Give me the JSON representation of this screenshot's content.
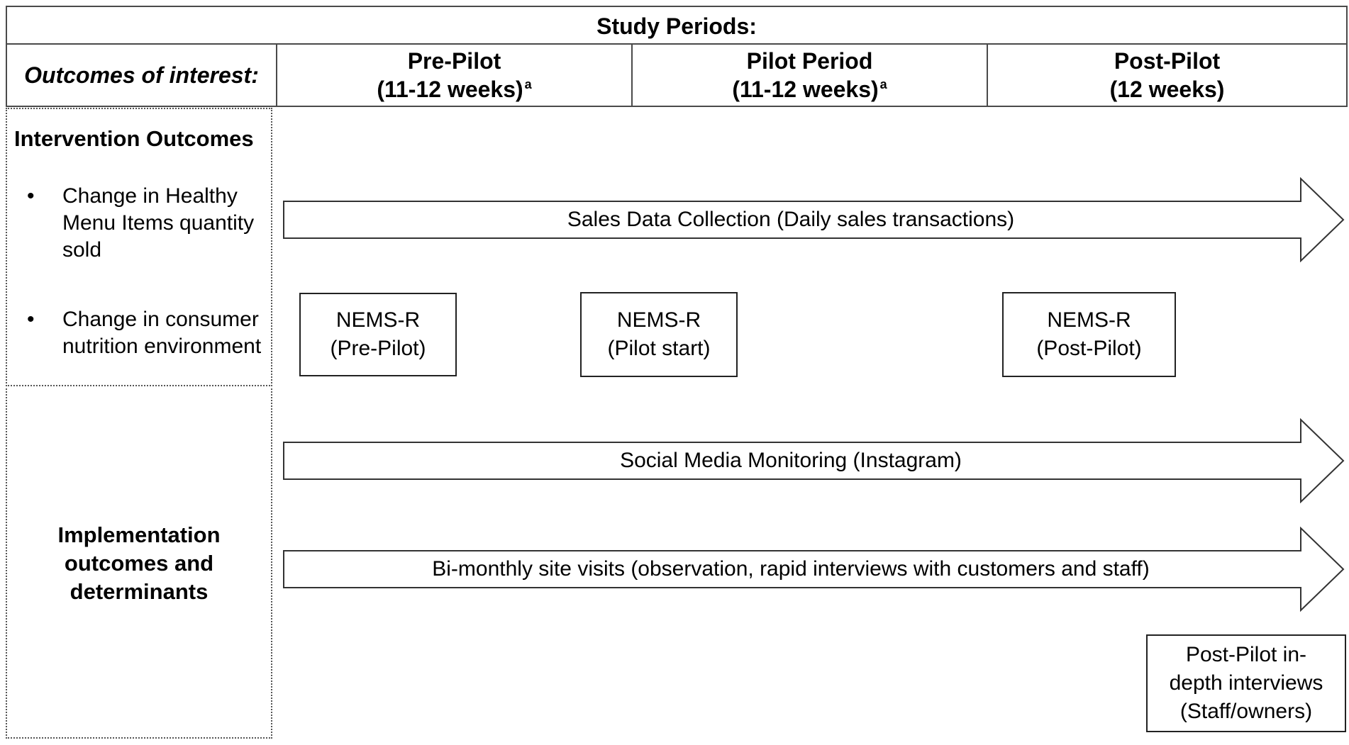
{
  "header": {
    "title": "Study Periods:",
    "row_label": "Outcomes of interest:",
    "periods": [
      {
        "name": "Pre-Pilot",
        "duration": "(11-12 weeks)",
        "note": "a"
      },
      {
        "name": "Pilot Period",
        "duration": "(11-12 weeks)",
        "note": "a"
      },
      {
        "name": "Post-Pilot",
        "duration": "(12 weeks)",
        "note": ""
      }
    ]
  },
  "intervention": {
    "title": "Intervention Outcomes",
    "bullets": [
      {
        "symbol": "•",
        "lines": [
          "Change in Healthy",
          "Menu Items quantity",
          "sold"
        ]
      },
      {
        "symbol": "•",
        "lines": [
          "Change in consumer",
          "nutrition environment"
        ]
      }
    ]
  },
  "implementation": {
    "lines": [
      "Implementation",
      "outcomes and",
      "determinants"
    ]
  },
  "arrows": [
    {
      "label": "Sales Data Collection (Daily sales transactions)"
    },
    {
      "label": "Social Media Monitoring (Instagram)"
    },
    {
      "label": "Bi-monthly site visits (observation, rapid interviews with customers and staff)"
    }
  ],
  "nems_boxes": [
    {
      "line1": "NEMS-R",
      "line2": "(Pre-Pilot)"
    },
    {
      "line1": "NEMS-R",
      "line2": "(Pilot start)"
    },
    {
      "line1": "NEMS-R",
      "line2": "(Post-Pilot)"
    }
  ],
  "interviews_box": {
    "lines": [
      "Post-Pilot in-",
      "depth interviews",
      "(Staff/owners)"
    ]
  }
}
